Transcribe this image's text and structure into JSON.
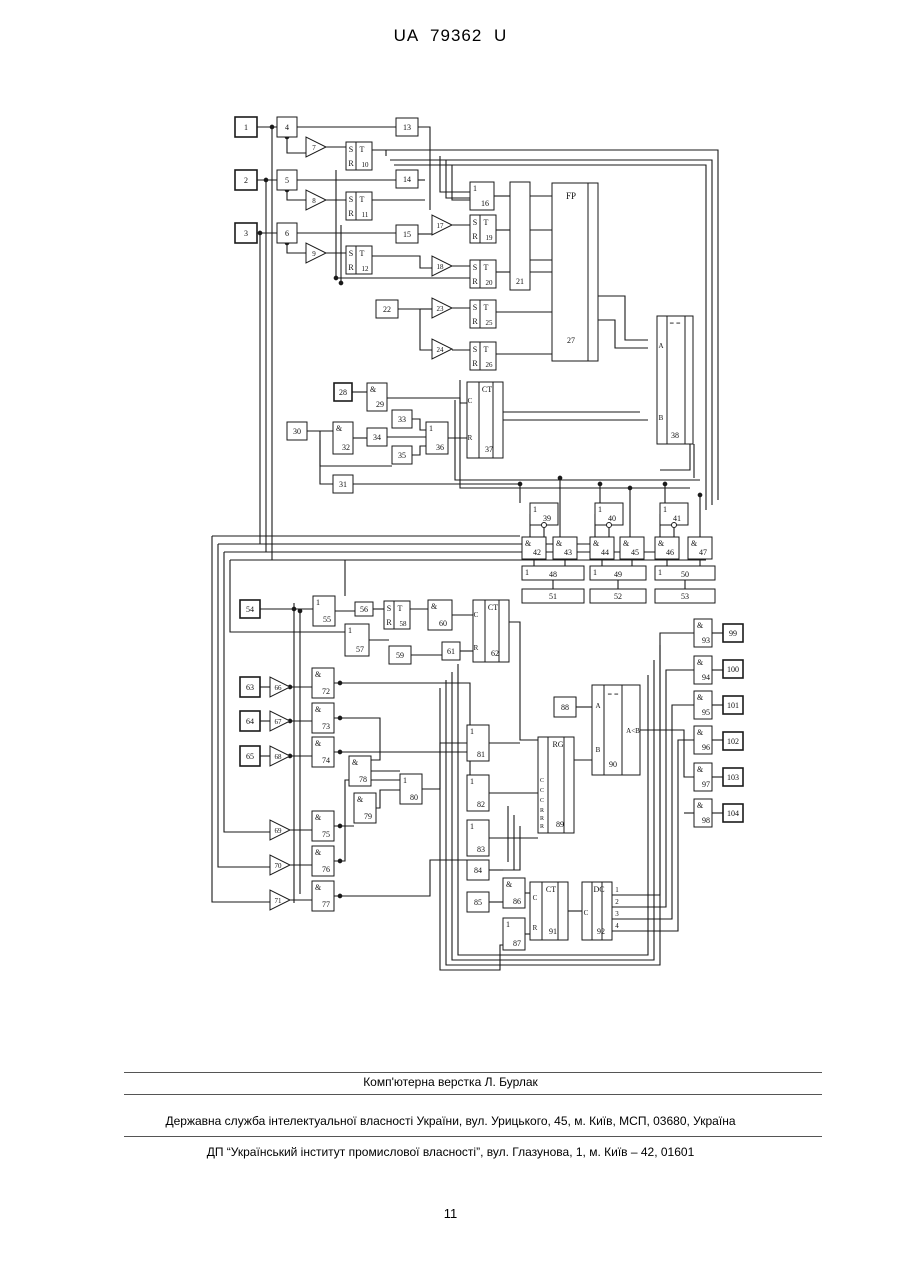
{
  "header": {
    "doc_id": "UA   79362   U"
  },
  "footer": {
    "layout_credit": "Комп'ютерна верстка Л. Бурлак",
    "office": "Державна служба інтелектуальної власності України, вул. Урицького, 45, м. Київ, МСП, 03680, Україна",
    "institute": "ДП “Український інститут промислової власності”, вул. Глазунова, 1, м. Київ – 42, 01601",
    "page_number": "11"
  },
  "blocks": [
    {
      "id": "b1",
      "label": "1"
    },
    {
      "id": "b2",
      "label": "2"
    },
    {
      "id": "b3",
      "label": "3"
    },
    {
      "id": "b4",
      "label": "4"
    },
    {
      "id": "b5",
      "label": "5"
    },
    {
      "id": "b6",
      "label": "6"
    },
    {
      "id": "b13",
      "label": "13"
    },
    {
      "id": "b14",
      "label": "14"
    },
    {
      "id": "b15",
      "label": "15"
    },
    {
      "id": "b16",
      "label": "16",
      "op": "1"
    },
    {
      "id": "b21",
      "label": "21"
    },
    {
      "id": "b22",
      "label": "22"
    },
    {
      "id": "b27",
      "label": "27",
      "op": "FP"
    },
    {
      "id": "b28",
      "label": "28"
    },
    {
      "id": "b29",
      "label": "29",
      "op": "&"
    },
    {
      "id": "b30",
      "label": "30"
    },
    {
      "id": "b31",
      "label": "31"
    },
    {
      "id": "b32",
      "label": "32",
      "op": "&"
    },
    {
      "id": "b33",
      "label": "33"
    },
    {
      "id": "b34",
      "label": "34"
    },
    {
      "id": "b35",
      "label": "35"
    },
    {
      "id": "b36",
      "label": "36",
      "op": "1"
    },
    {
      "id": "b37",
      "label": "37",
      "op": "CT"
    },
    {
      "id": "b38",
      "label": "38",
      "op": "= ="
    },
    {
      "id": "b39",
      "label": "39",
      "op": "1"
    },
    {
      "id": "b40",
      "label": "40",
      "op": "1"
    },
    {
      "id": "b41",
      "label": "41",
      "op": "1"
    },
    {
      "id": "b42",
      "label": "42",
      "op": "&"
    },
    {
      "id": "b43",
      "label": "43",
      "op": "&"
    },
    {
      "id": "b44",
      "label": "44",
      "op": "&"
    },
    {
      "id": "b45",
      "label": "45",
      "op": "&"
    },
    {
      "id": "b46",
      "label": "46",
      "op": "&"
    },
    {
      "id": "b47",
      "label": "47",
      "op": "&"
    },
    {
      "id": "b48",
      "label": "48",
      "op": "1"
    },
    {
      "id": "b49",
      "label": "49",
      "op": "1"
    },
    {
      "id": "b50",
      "label": "50",
      "op": "1"
    },
    {
      "id": "b51",
      "label": "51"
    },
    {
      "id": "b52",
      "label": "52"
    },
    {
      "id": "b53",
      "label": "53"
    },
    {
      "id": "b54",
      "label": "54"
    },
    {
      "id": "b55",
      "label": "55",
      "op": "1"
    },
    {
      "id": "b56",
      "label": "56"
    },
    {
      "id": "b57",
      "label": "57",
      "op": "1"
    },
    {
      "id": "b59",
      "label": "59"
    },
    {
      "id": "b60",
      "label": "60",
      "op": "&"
    },
    {
      "id": "b61",
      "label": "61"
    },
    {
      "id": "b62",
      "label": "62",
      "op": "CT"
    },
    {
      "id": "b63",
      "label": "63"
    },
    {
      "id": "b64",
      "label": "64"
    },
    {
      "id": "b65",
      "label": "65"
    },
    {
      "id": "b72",
      "label": "72",
      "op": "&"
    },
    {
      "id": "b73",
      "label": "73",
      "op": "&"
    },
    {
      "id": "b74",
      "label": "74",
      "op": "&"
    },
    {
      "id": "b75",
      "label": "75",
      "op": "&"
    },
    {
      "id": "b76",
      "label": "76",
      "op": "&"
    },
    {
      "id": "b77",
      "label": "77",
      "op": "&"
    },
    {
      "id": "b78",
      "label": "78",
      "op": "&"
    },
    {
      "id": "b79",
      "label": "79",
      "op": "&"
    },
    {
      "id": "b80",
      "label": "80",
      "op": "1"
    },
    {
      "id": "b81",
      "label": "81",
      "op": "1"
    },
    {
      "id": "b82",
      "label": "82",
      "op": "1"
    },
    {
      "id": "b83",
      "label": "83",
      "op": "1"
    },
    {
      "id": "b84",
      "label": "84"
    },
    {
      "id": "b85",
      "label": "85"
    },
    {
      "id": "b86",
      "label": "86",
      "op": "&"
    },
    {
      "id": "b87",
      "label": "87",
      "op": "1"
    },
    {
      "id": "b88",
      "label": "88"
    },
    {
      "id": "b89",
      "label": "89",
      "op": "RG"
    },
    {
      "id": "b90",
      "label": "90",
      "op": "= ="
    },
    {
      "id": "b91",
      "label": "91",
      "op": "CT"
    },
    {
      "id": "b92",
      "label": "92",
      "op": "DC"
    },
    {
      "id": "b93",
      "label": "93",
      "op": "&"
    },
    {
      "id": "b94",
      "label": "94",
      "op": "&"
    },
    {
      "id": "b95",
      "label": "95",
      "op": "&"
    },
    {
      "id": "b96",
      "label": "96",
      "op": "&"
    },
    {
      "id": "b97",
      "label": "97",
      "op": "&"
    },
    {
      "id": "b98",
      "label": "98",
      "op": "&"
    },
    {
      "id": "b99",
      "label": "99"
    },
    {
      "id": "b100",
      "label": "100"
    },
    {
      "id": "b101",
      "label": "101"
    },
    {
      "id": "b102",
      "label": "102"
    },
    {
      "id": "b103",
      "label": "103"
    },
    {
      "id": "b104",
      "label": "104"
    }
  ],
  "triggers": [
    {
      "id": "b10",
      "label": "10"
    },
    {
      "id": "b11",
      "label": "11"
    },
    {
      "id": "b12",
      "label": "12"
    },
    {
      "id": "b19",
      "label": "19"
    },
    {
      "id": "b20",
      "label": "20"
    },
    {
      "id": "b25",
      "label": "25"
    },
    {
      "id": "b26",
      "label": "26"
    },
    {
      "id": "b58",
      "label": "58"
    }
  ],
  "amplifiers": [
    {
      "id": "b7",
      "label": "7"
    },
    {
      "id": "b8",
      "label": "8"
    },
    {
      "id": "b9",
      "label": "9"
    },
    {
      "id": "b17",
      "label": "17"
    },
    {
      "id": "b18",
      "label": "18"
    },
    {
      "id": "b23",
      "label": "23"
    },
    {
      "id": "b24",
      "label": "24"
    },
    {
      "id": "b66",
      "label": "66"
    },
    {
      "id": "b67",
      "label": "67"
    },
    {
      "id": "b68",
      "label": "68"
    },
    {
      "id": "b69",
      "label": "69"
    },
    {
      "id": "b70",
      "label": "70"
    },
    {
      "id": "b71",
      "label": "71"
    }
  ],
  "pins": {
    "s": "S",
    "t": "T",
    "r": "R",
    "c": "C",
    "a": "A",
    "b": "B",
    "a_lt_b": "A<B",
    "dc_outputs": [
      "1",
      "2",
      "3",
      "4"
    ]
  }
}
